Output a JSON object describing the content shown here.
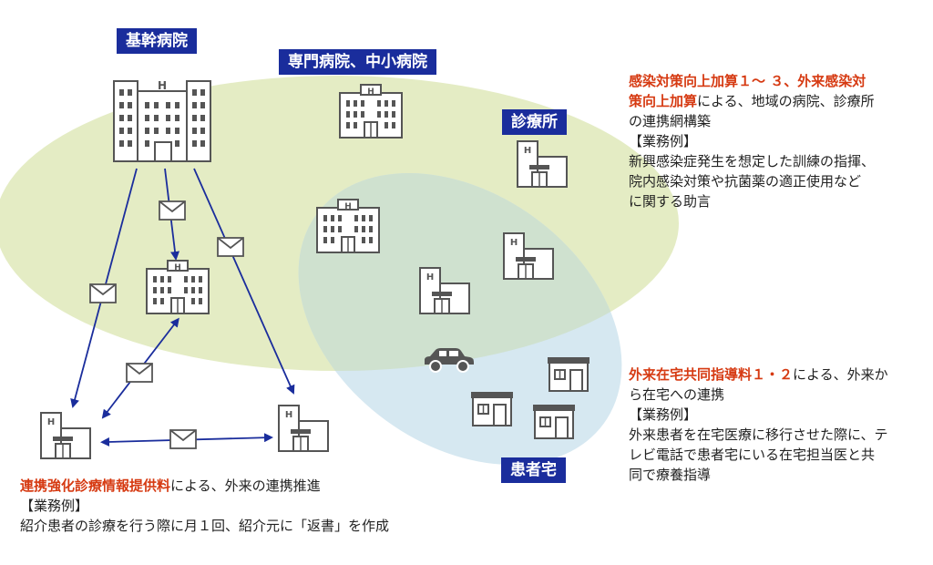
{
  "labels": {
    "core_hospital": "基幹病院",
    "specialty_hospitals": "専門病院、中小病院",
    "clinics": "診療所",
    "patient_home": "患者宅"
  },
  "infection_section": {
    "line1_hl": "感染対策向上加算１～ ３、外来感染対",
    "line2_hl": "策向上加算",
    "line2_rest": "による、地域の病院、診療所",
    "line3": "の連携網構築",
    "example_header": "【業務例】",
    "example_lines": [
      "新興感染症発生を想定した訓練の指揮、",
      "院内感染対策や抗菌薬の適正使用など",
      "に関する助言"
    ]
  },
  "home_section": {
    "line1_hl": "外来在宅共同指導料１・２",
    "line1_rest": "による、外来か",
    "line2": "ら在宅への連携",
    "example_header": "【業務例】",
    "example_lines": [
      "外来患者を在宅医療に移行させた際に、テ",
      "レビ電話で患者宅にいる在宅担当医と共",
      "同で療養指導"
    ]
  },
  "referral_section": {
    "line1_hl": "連携強化診療情報提供料",
    "line1_rest": "による、外来の連携推進",
    "example_header": "【業務例】",
    "example_line": "紹介患者の診療を行う際に月１回、紹介元に「返書」を作成"
  },
  "colors": {
    "label_bg": "#1a2d9c",
    "highlight": "#d63a12",
    "green_region": "#e4ecc4",
    "blue_region": "#d6e8f1",
    "overlap_region": "#cfe1cf",
    "arrow": "#1a2d9c",
    "icon_stroke": "#555555"
  }
}
